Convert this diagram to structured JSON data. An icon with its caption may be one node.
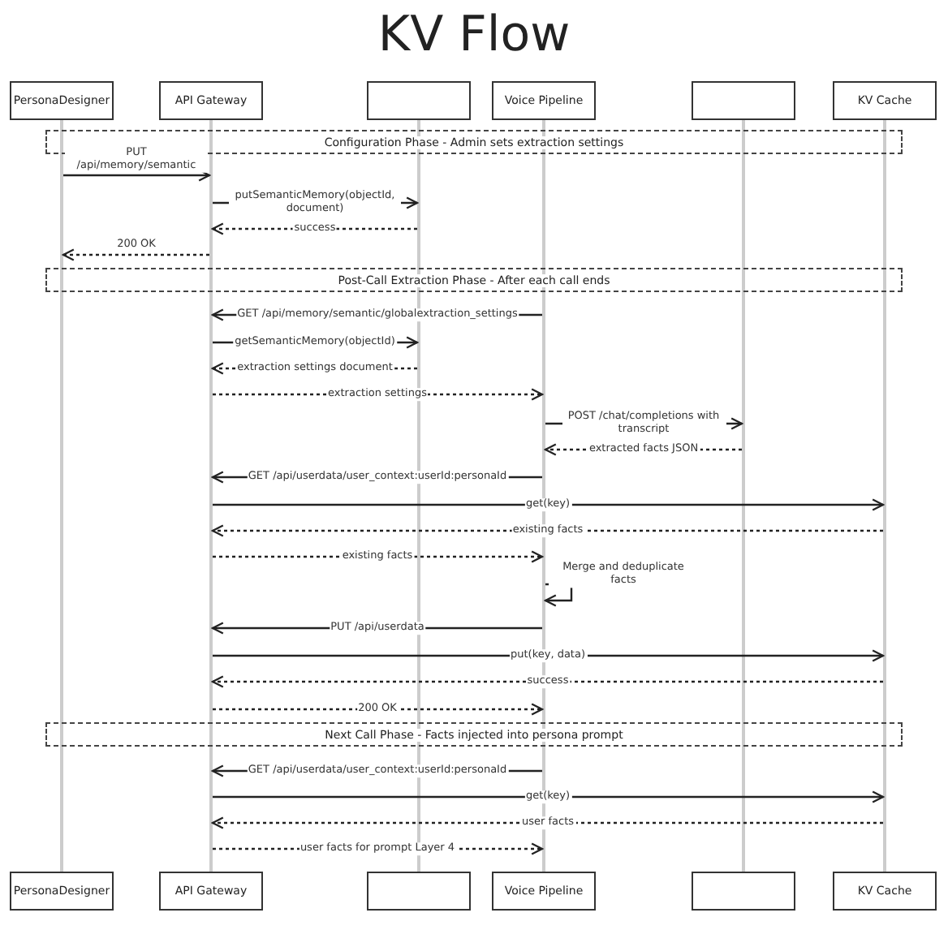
{
  "diagram": {
    "title": "KV Flow",
    "nodes": [
      {
        "text": [
          "PersonaDesigner"
        ]
      },
      {
        "text": [
          "API Gateway"
        ]
      },
      {
        "text": [],
        "shape": "box"
      },
      {
        "text": [
          "Voice Pipeline"
        ]
      },
      {
        "text": [],
        "shape": "box"
      },
      {
        "text": [
          "KV Cache"
        ]
      },
      {
        "text": [
          "Configuration Phase - Admin sets extraction settings"
        ]
      },
      {
        "text": [
          "Post-Call Extraction Phase - After each call ends"
        ]
      },
      {
        "text": [
          "Next Call Phase - Facts injected into persona prompt"
        ]
      },
      {
        "text": [
          "PersonaDesigner"
        ]
      },
      {
        "text": [
          "API Gateway"
        ]
      },
      {
        "text": [],
        "shape": "box"
      },
      {
        "text": [
          "Voice Pipeline"
        ]
      },
      {
        "text": [],
        "shape": "box"
      },
      {
        "text": [
          "KV Cache"
        ]
      },
      {
        "text": [],
        "shape": "line"
      },
      {
        "text": [],
        "shape": "line"
      },
      {
        "text": [],
        "shape": "line"
      },
      {
        "text": [],
        "shape": "line"
      },
      {
        "text": [],
        "shape": "line"
      },
      {
        "text": [],
        "shape": "line"
      }
    ],
    "edges": [
      {
        "from": 15,
        "to": 16,
        "arrow": "to",
        "label": "PUT /api/memory/semantic"
      },
      {
        "from": 16,
        "to": 17,
        "arrow": "to",
        "label": "putSemanticMemory(objectId, document)"
      },
      {
        "from": 17,
        "to": 16,
        "arrow": "to",
        "label": "success",
        "style": "dashed"
      },
      {
        "from": 16,
        "to": 15,
        "arrow": "to",
        "label": "200 OK",
        "style": "dashed"
      },
      {
        "from": 18,
        "to": 16,
        "arrow": "to",
        "label": "GET /api/memory/semantic/globalextraction_settings"
      },
      {
        "from": 16,
        "to": 17,
        "arrow": "to",
        "label": "getSemanticMemory(objectId)"
      },
      {
        "from": 17,
        "to": 16,
        "arrow": "to",
        "label": "extraction settings document",
        "style": "dashed"
      },
      {
        "from": 16,
        "to": 18,
        "arrow": "to",
        "label": "extraction settings",
        "style": "dashed"
      },
      {
        "from": 18,
        "to": 19,
        "arrow": "to",
        "label": "POST /chat/completions with transcript"
      },
      {
        "from": 19,
        "to": 18,
        "arrow": "to",
        "label": "extracted facts JSON",
        "style": "dashed"
      },
      {
        "from": 18,
        "to": 16,
        "arrow": "to",
        "label": "GET /api/userdata/user_context:userId:personaId"
      },
      {
        "from": 16,
        "to": 20,
        "arrow": "to",
        "label": "get(key)"
      },
      {
        "from": 20,
        "to": 16,
        "arrow": "to",
        "label": "existing facts",
        "style": "dashed"
      },
      {
        "from": 16,
        "to": 18,
        "arrow": "to",
        "label": "existing facts",
        "style": "dashed"
      },
      {
        "from": 18,
        "to": 18,
        "arrow": "to",
        "label": "Merge and deduplicate facts"
      },
      {
        "from": 18,
        "to": 16,
        "arrow": "to",
        "label": "PUT /api/userdata"
      },
      {
        "from": 16,
        "to": 20,
        "arrow": "to",
        "label": "put(key, data)"
      },
      {
        "from": 20,
        "to": 16,
        "arrow": "to",
        "label": "success",
        "style": "dashed"
      },
      {
        "from": 16,
        "to": 18,
        "arrow": "to",
        "label": "200 OK",
        "style": "dashed"
      },
      {
        "from": 18,
        "to": 16,
        "arrow": "to",
        "label": "GET /api/userdata/user_context:userId:personaId"
      },
      {
        "from": 16,
        "to": 20,
        "arrow": "to",
        "label": "get(key)"
      },
      {
        "from": 20,
        "to": 16,
        "arrow": "to",
        "label": "user facts",
        "style": "dashed"
      },
      {
        "from": 16,
        "to": 18,
        "arrow": "to",
        "label": "user facts for prompt Layer 4",
        "style": "dashed"
      }
    ]
  }
}
